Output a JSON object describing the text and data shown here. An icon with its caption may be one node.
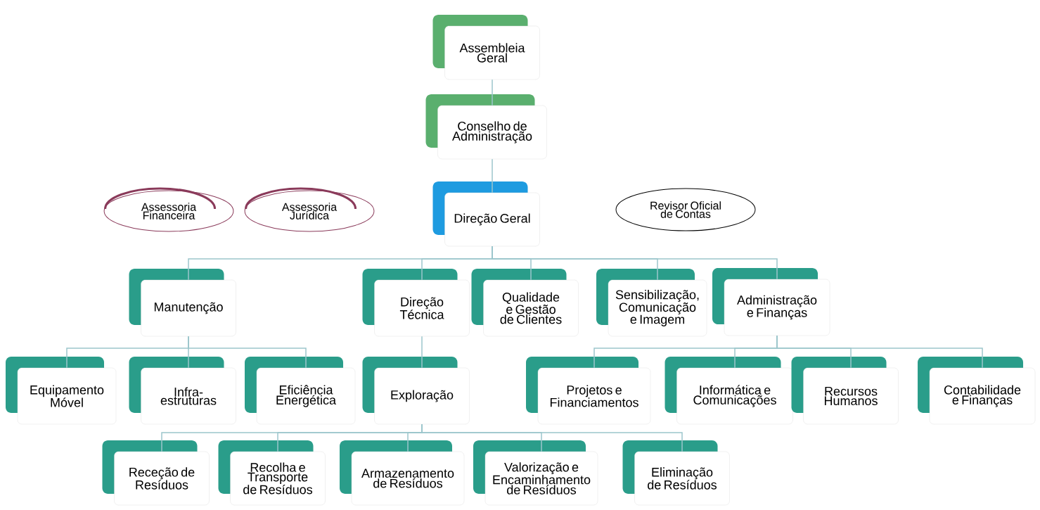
{
  "diagram": {
    "nodes": [
      {
        "text": [
          "Assembleia Geral"
        ]
      },
      {
        "text": [
          "Conselho de Administração"
        ]
      },
      {
        "text": [
          "Assessoria Financeira"
        ]
      },
      {
        "text": [
          "Assessoria Jurídica"
        ]
      },
      {
        "text": [
          "Direção Geral"
        ]
      },
      {
        "text": [
          "Revisor Oficial de Contas"
        ]
      },
      {
        "text": [
          "Manutenção"
        ]
      },
      {
        "text": [
          "Direção Técnica"
        ]
      },
      {
        "text": [
          "Qualidade e Gestão de Clientes"
        ]
      },
      {
        "text": [
          "Sensibilização, Comunicação e Imagem"
        ]
      },
      {
        "text": [
          "Administração e Finanças"
        ]
      },
      {
        "text": [
          "Equipamento Móvel"
        ]
      },
      {
        "text": [
          "Infra- estruturas"
        ]
      },
      {
        "text": [
          "Eficiência Energética"
        ]
      },
      {
        "text": [
          "Exploração"
        ]
      },
      {
        "text": [
          "Projetos e Financiamentos"
        ]
      },
      {
        "text": [
          "Informática e Comunicações"
        ]
      },
      {
        "text": [
          "Recursos Humanos"
        ]
      },
      {
        "text": [
          "Contabilidade e Finanças"
        ]
      },
      {
        "text": [
          "Receção de Resíduos"
        ]
      },
      {
        "text": [
          "Recolha e Transporte de Resíduos"
        ]
      },
      {
        "text": [
          "Armazenamento de Resíduos"
        ]
      },
      {
        "text": [
          "Valorização e Encaminhamento de Resíduos"
        ]
      },
      {
        "text": [
          "Eliminação de Resíduos"
        ]
      }
    ],
    "edges": [
      {
        "from": 0,
        "to": 1,
        "arrow": "none"
      },
      {
        "from": 1,
        "to": 4,
        "arrow": "none"
      },
      {
        "from": 4,
        "to": 6,
        "arrow": "none"
      },
      {
        "from": 4,
        "to": 7,
        "arrow": "none"
      },
      {
        "from": 4,
        "to": 8,
        "arrow": "none"
      },
      {
        "from": 4,
        "to": 9,
        "arrow": "none"
      },
      {
        "from": 4,
        "to": 10,
        "arrow": "none"
      },
      {
        "from": 6,
        "to": 11,
        "arrow": "none"
      },
      {
        "from": 6,
        "to": 12,
        "arrow": "none"
      },
      {
        "from": 6,
        "to": 13,
        "arrow": "none"
      },
      {
        "from": 7,
        "to": 14,
        "arrow": "none"
      },
      {
        "from": 10,
        "to": 15,
        "arrow": "none"
      },
      {
        "from": 10,
        "to": 16,
        "arrow": "none"
      },
      {
        "from": 10,
        "to": 17,
        "arrow": "none"
      },
      {
        "from": 10,
        "to": 18,
        "arrow": "none"
      },
      {
        "from": 14,
        "to": 19,
        "arrow": "none"
      },
      {
        "from": 14,
        "to": 20,
        "arrow": "none"
      },
      {
        "from": 14,
        "to": 21,
        "arrow": "none"
      },
      {
        "from": 14,
        "to": 22,
        "arrow": "none"
      },
      {
        "from": 14,
        "to": 23,
        "arrow": "none"
      }
    ]
  }
}
